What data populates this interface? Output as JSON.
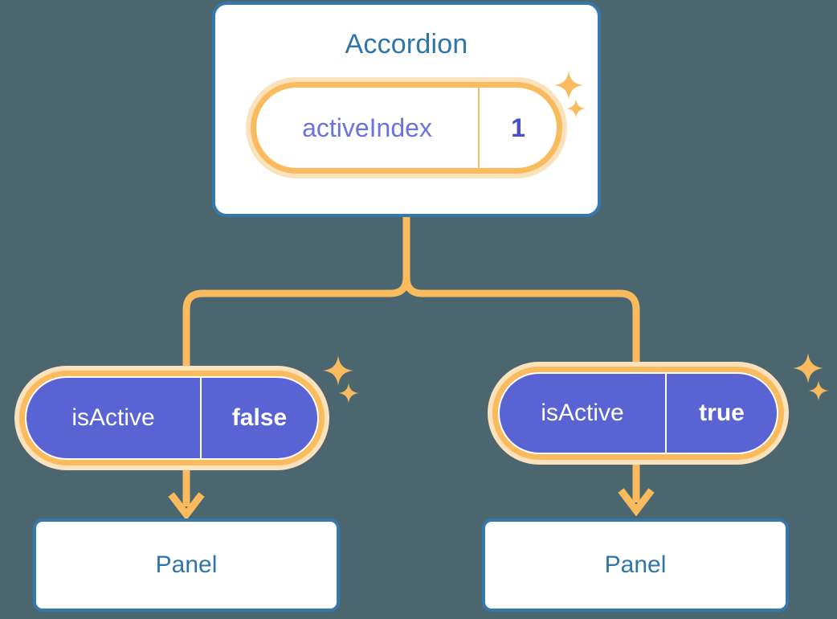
{
  "diagram": {
    "title_node": "Accordion",
    "background_color": "#4C666F",
    "accent_orange": "#F9BB5E",
    "accent_blue": "#2E76A8",
    "accent_purple": "#5A63D4"
  },
  "root": {
    "label": "Accordion",
    "state": {
      "key": "activeIndex",
      "value": "1"
    }
  },
  "children": [
    {
      "prop": {
        "key": "isActive",
        "value": "false"
      },
      "node": {
        "label": "Panel"
      }
    },
    {
      "prop": {
        "key": "isActive",
        "value": "true"
      },
      "node": {
        "label": "Panel"
      }
    }
  ],
  "decorations": {
    "sparkle_large": "sparkle-icon",
    "sparkle_small": "sparkle-icon"
  }
}
